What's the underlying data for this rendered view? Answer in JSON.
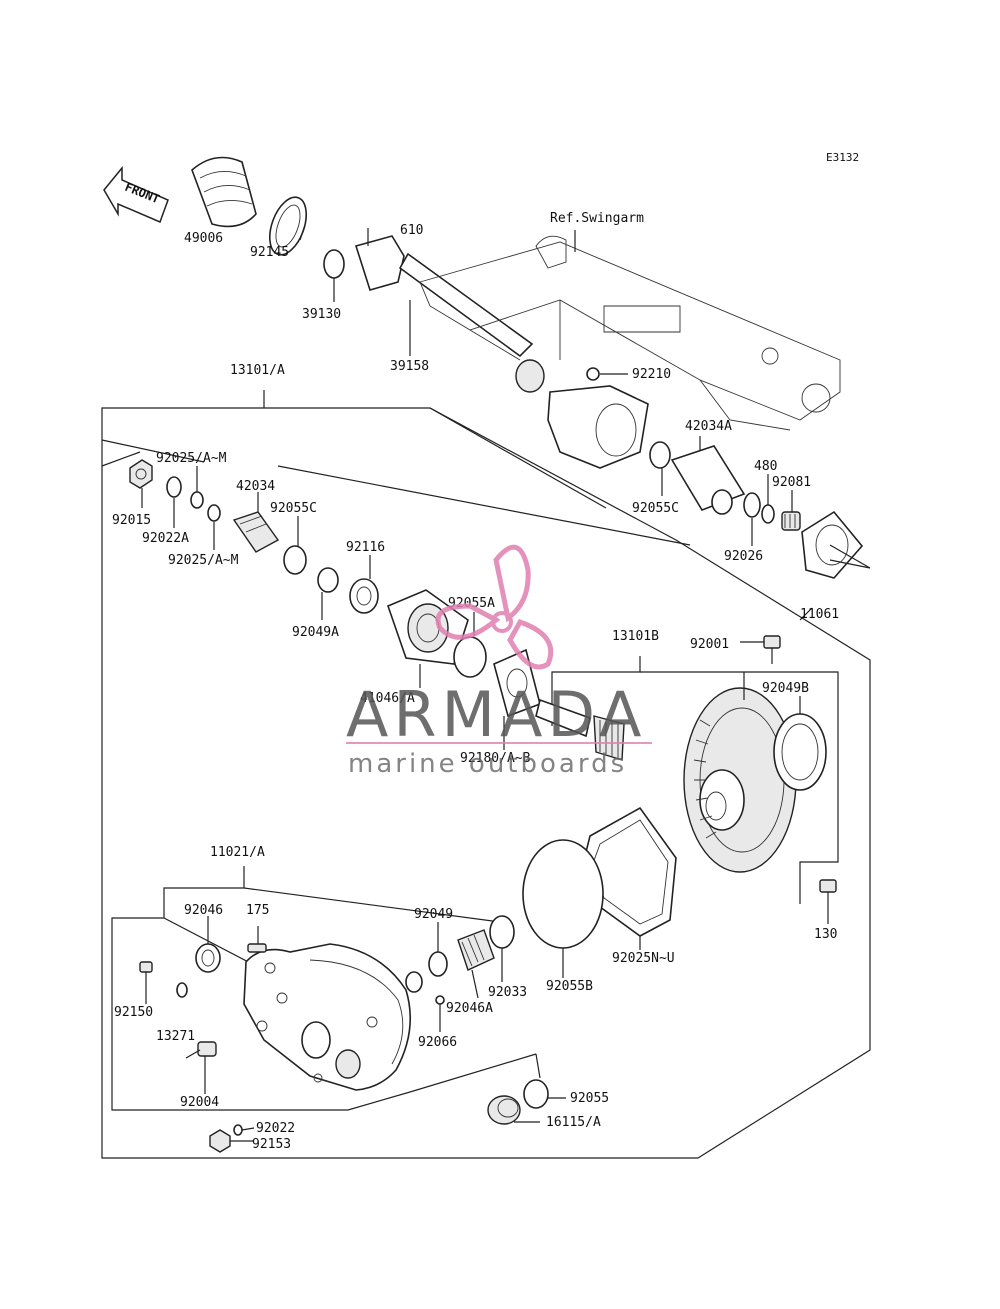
{
  "diagram_code": "E3132",
  "front_label": "FRONT",
  "ref_label": "Ref.Swingarm",
  "watermark": {
    "title": "ARMADA",
    "subtitle": "marine outboards",
    "accent": "#e07fb0"
  },
  "parts": {
    "p49006": "49006",
    "p92145": "92145",
    "p39130": "39130",
    "p610": "610",
    "p39158": "39158",
    "p92210": "92210",
    "p13101A": "13101/A",
    "p42034A": "42034A",
    "p92025AM_top": "92025/A~M",
    "p92015": "92015",
    "p92022A": "92022A",
    "p92025AM_bot": "92025/A~M",
    "p42034": "42034",
    "p92055C_left": "92055C",
    "p92055C_right": "92055C",
    "p480": "480",
    "p92081": "92081",
    "p92026": "92026",
    "p92116": "92116",
    "p92049A": "92049A",
    "p92055A": "92055A",
    "p11061": "11061",
    "p13101B": "13101B",
    "p92001": "92001",
    "p41046A": "41046/A",
    "p92049B": "92049B",
    "p92180AB": "92180/A~B",
    "p11021A": "11021/A",
    "p92046": "92046",
    "p175": "175",
    "p92049": "92049",
    "p130": "130",
    "p92033": "92033",
    "p92025NU": "92025N~U",
    "p92046A": "92046A",
    "p92150": "92150",
    "p92066": "92066",
    "p92055B": "92055B",
    "p13271": "13271",
    "p92004": "92004",
    "p92055": "92055",
    "p92022": "92022",
    "p16115A": "16115/A",
    "p92153": "92153"
  }
}
